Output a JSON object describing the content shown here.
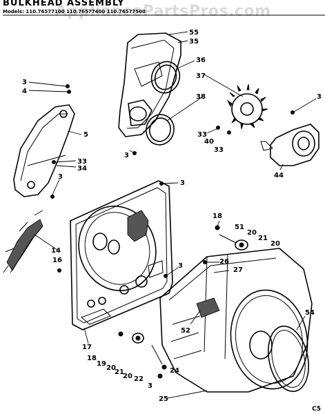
{
  "diagram": {
    "title": "BULKHEAD ASSEMBLY",
    "models": "Models: 110.76577100  110.76577400  110.76577500",
    "watermark": "AppliancePartsPros.com",
    "footer": "C5"
  },
  "callouts": [
    {
      "id": "c55",
      "text": "55"
    },
    {
      "id": "c35",
      "text": "35"
    },
    {
      "id": "c36",
      "text": "36"
    },
    {
      "id": "c37",
      "text": "37"
    },
    {
      "id": "c38",
      "text": "38"
    },
    {
      "id": "c3a",
      "text": "3"
    },
    {
      "id": "c4",
      "text": "4"
    },
    {
      "id": "c5",
      "text": "5"
    },
    {
      "id": "c33a",
      "text": "33"
    },
    {
      "id": "c34",
      "text": "34"
    },
    {
      "id": "c3b",
      "text": "3"
    },
    {
      "id": "c3c",
      "text": "3"
    },
    {
      "id": "c3d",
      "text": "3"
    },
    {
      "id": "c33b",
      "text": "33"
    },
    {
      "id": "c40",
      "text": "40"
    },
    {
      "id": "c33c",
      "text": "33"
    },
    {
      "id": "c44",
      "text": "44"
    },
    {
      "id": "c3e",
      "text": "3"
    },
    {
      "id": "c18a",
      "text": "18"
    },
    {
      "id": "c51",
      "text": "51"
    },
    {
      "id": "c20a",
      "text": "20"
    },
    {
      "id": "c21a",
      "text": "21"
    },
    {
      "id": "c20b",
      "text": "20"
    },
    {
      "id": "c14",
      "text": "14"
    },
    {
      "id": "c16",
      "text": "16"
    },
    {
      "id": "c3f",
      "text": "3"
    },
    {
      "id": "c26",
      "text": "26"
    },
    {
      "id": "c27",
      "text": "27"
    },
    {
      "id": "c52",
      "text": "52"
    },
    {
      "id": "c54",
      "text": "54"
    },
    {
      "id": "c17",
      "text": "17"
    },
    {
      "id": "c18b",
      "text": "18"
    },
    {
      "id": "c19",
      "text": "19"
    },
    {
      "id": "c20c",
      "text": "20"
    },
    {
      "id": "c21b",
      "text": "21"
    },
    {
      "id": "c20d",
      "text": "20"
    },
    {
      "id": "c22",
      "text": "22"
    },
    {
      "id": "c24",
      "text": "24"
    },
    {
      "id": "c3g",
      "text": "3"
    },
    {
      "id": "c25",
      "text": "25"
    }
  ]
}
